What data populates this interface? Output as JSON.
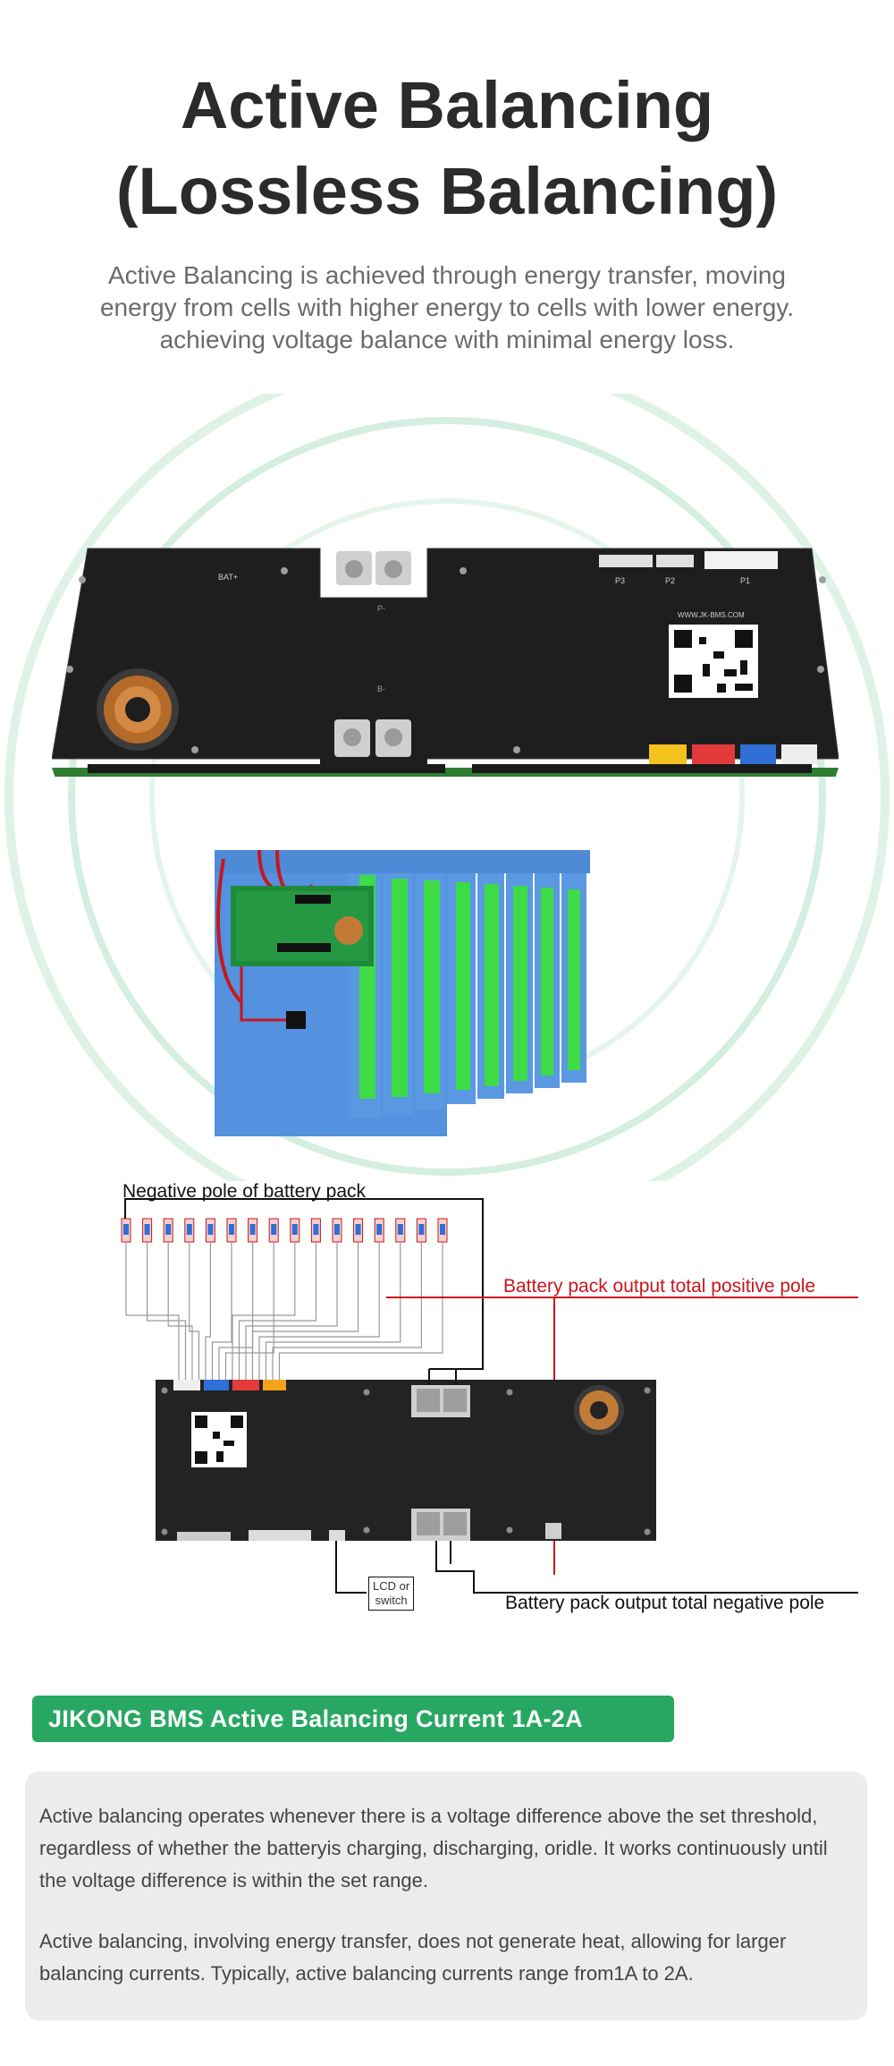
{
  "hero": {
    "title_line1": "Active Balancing",
    "title_line2": "(Lossless Balancing)",
    "subtitle_line1": "Active Balancing is achieved through energy transfer, moving",
    "subtitle_line2": "energy from cells with higher energy to cells with lower energy.",
    "subtitle_line3": "achieving voltage balance with minimal energy loss."
  },
  "board": {
    "bat_plus": "BAT+",
    "p_minus": "P-",
    "b_minus": "B-",
    "url": "WWW.JK-BMS.COM",
    "p1": "P1",
    "p2": "P2",
    "p3": "P3"
  },
  "wiring": {
    "neg_pole_label": "Negative pole of battery pack",
    "pos_out_label": "Battery pack output total positive pole",
    "neg_out_label": "Battery pack output total negative pole",
    "lcd_line1": "LCD or",
    "lcd_line2": "switch"
  },
  "section": {
    "badge": "JIKONG BMS Active Balancing Current 1A-2A",
    "para1": "Active balancing operates whenever there is a voltage difference above the set threshold, regardless of whether the batteryis charging, discharging, oridle. It works continuously until the voltage difference is within the set range.",
    "para2": "Active balancing, involving energy transfer, does not generate heat, allowing for larger balancing currents. Typically, active balancing currents range from1A to 2A."
  },
  "colors": {
    "accent_green": "#27a762",
    "wire_red": "#c8161d",
    "card_bg": "#ececec"
  }
}
